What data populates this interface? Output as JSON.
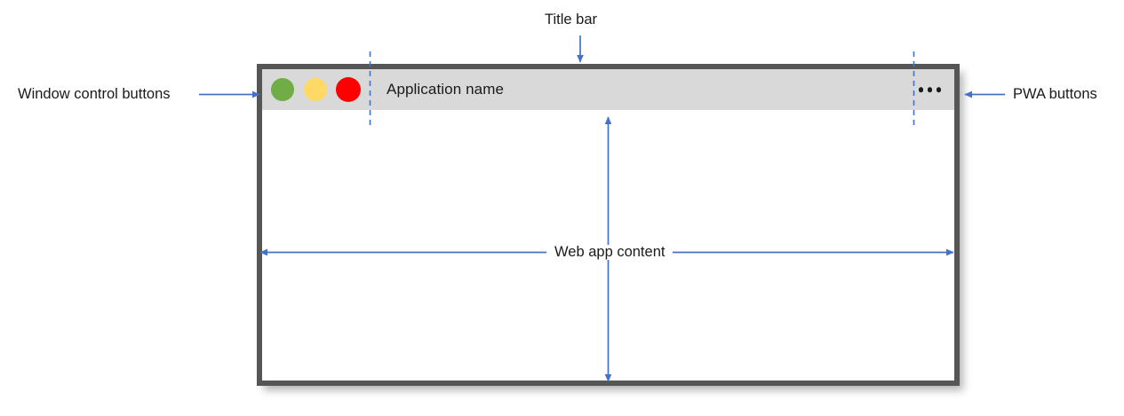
{
  "window": {
    "title": "Application name",
    "frame_color": "#565656",
    "titlebar_color": "#d9d9d9",
    "content_color": "#ffffff",
    "controls": [
      {
        "name": "minimize",
        "color": "#70ad47"
      },
      {
        "name": "maximize",
        "color": "#ffd966"
      },
      {
        "name": "close",
        "color": "#ff0000"
      }
    ],
    "pwa_menu": {
      "icon": "ellipsis-horizontal-icon",
      "dots": 3
    }
  },
  "annotations": {
    "accent_color": "#4472c4",
    "title_bar": "Title bar",
    "window_control_buttons": "Window control buttons",
    "pwa_buttons": "PWA buttons",
    "web_app_content": "Web app content"
  }
}
